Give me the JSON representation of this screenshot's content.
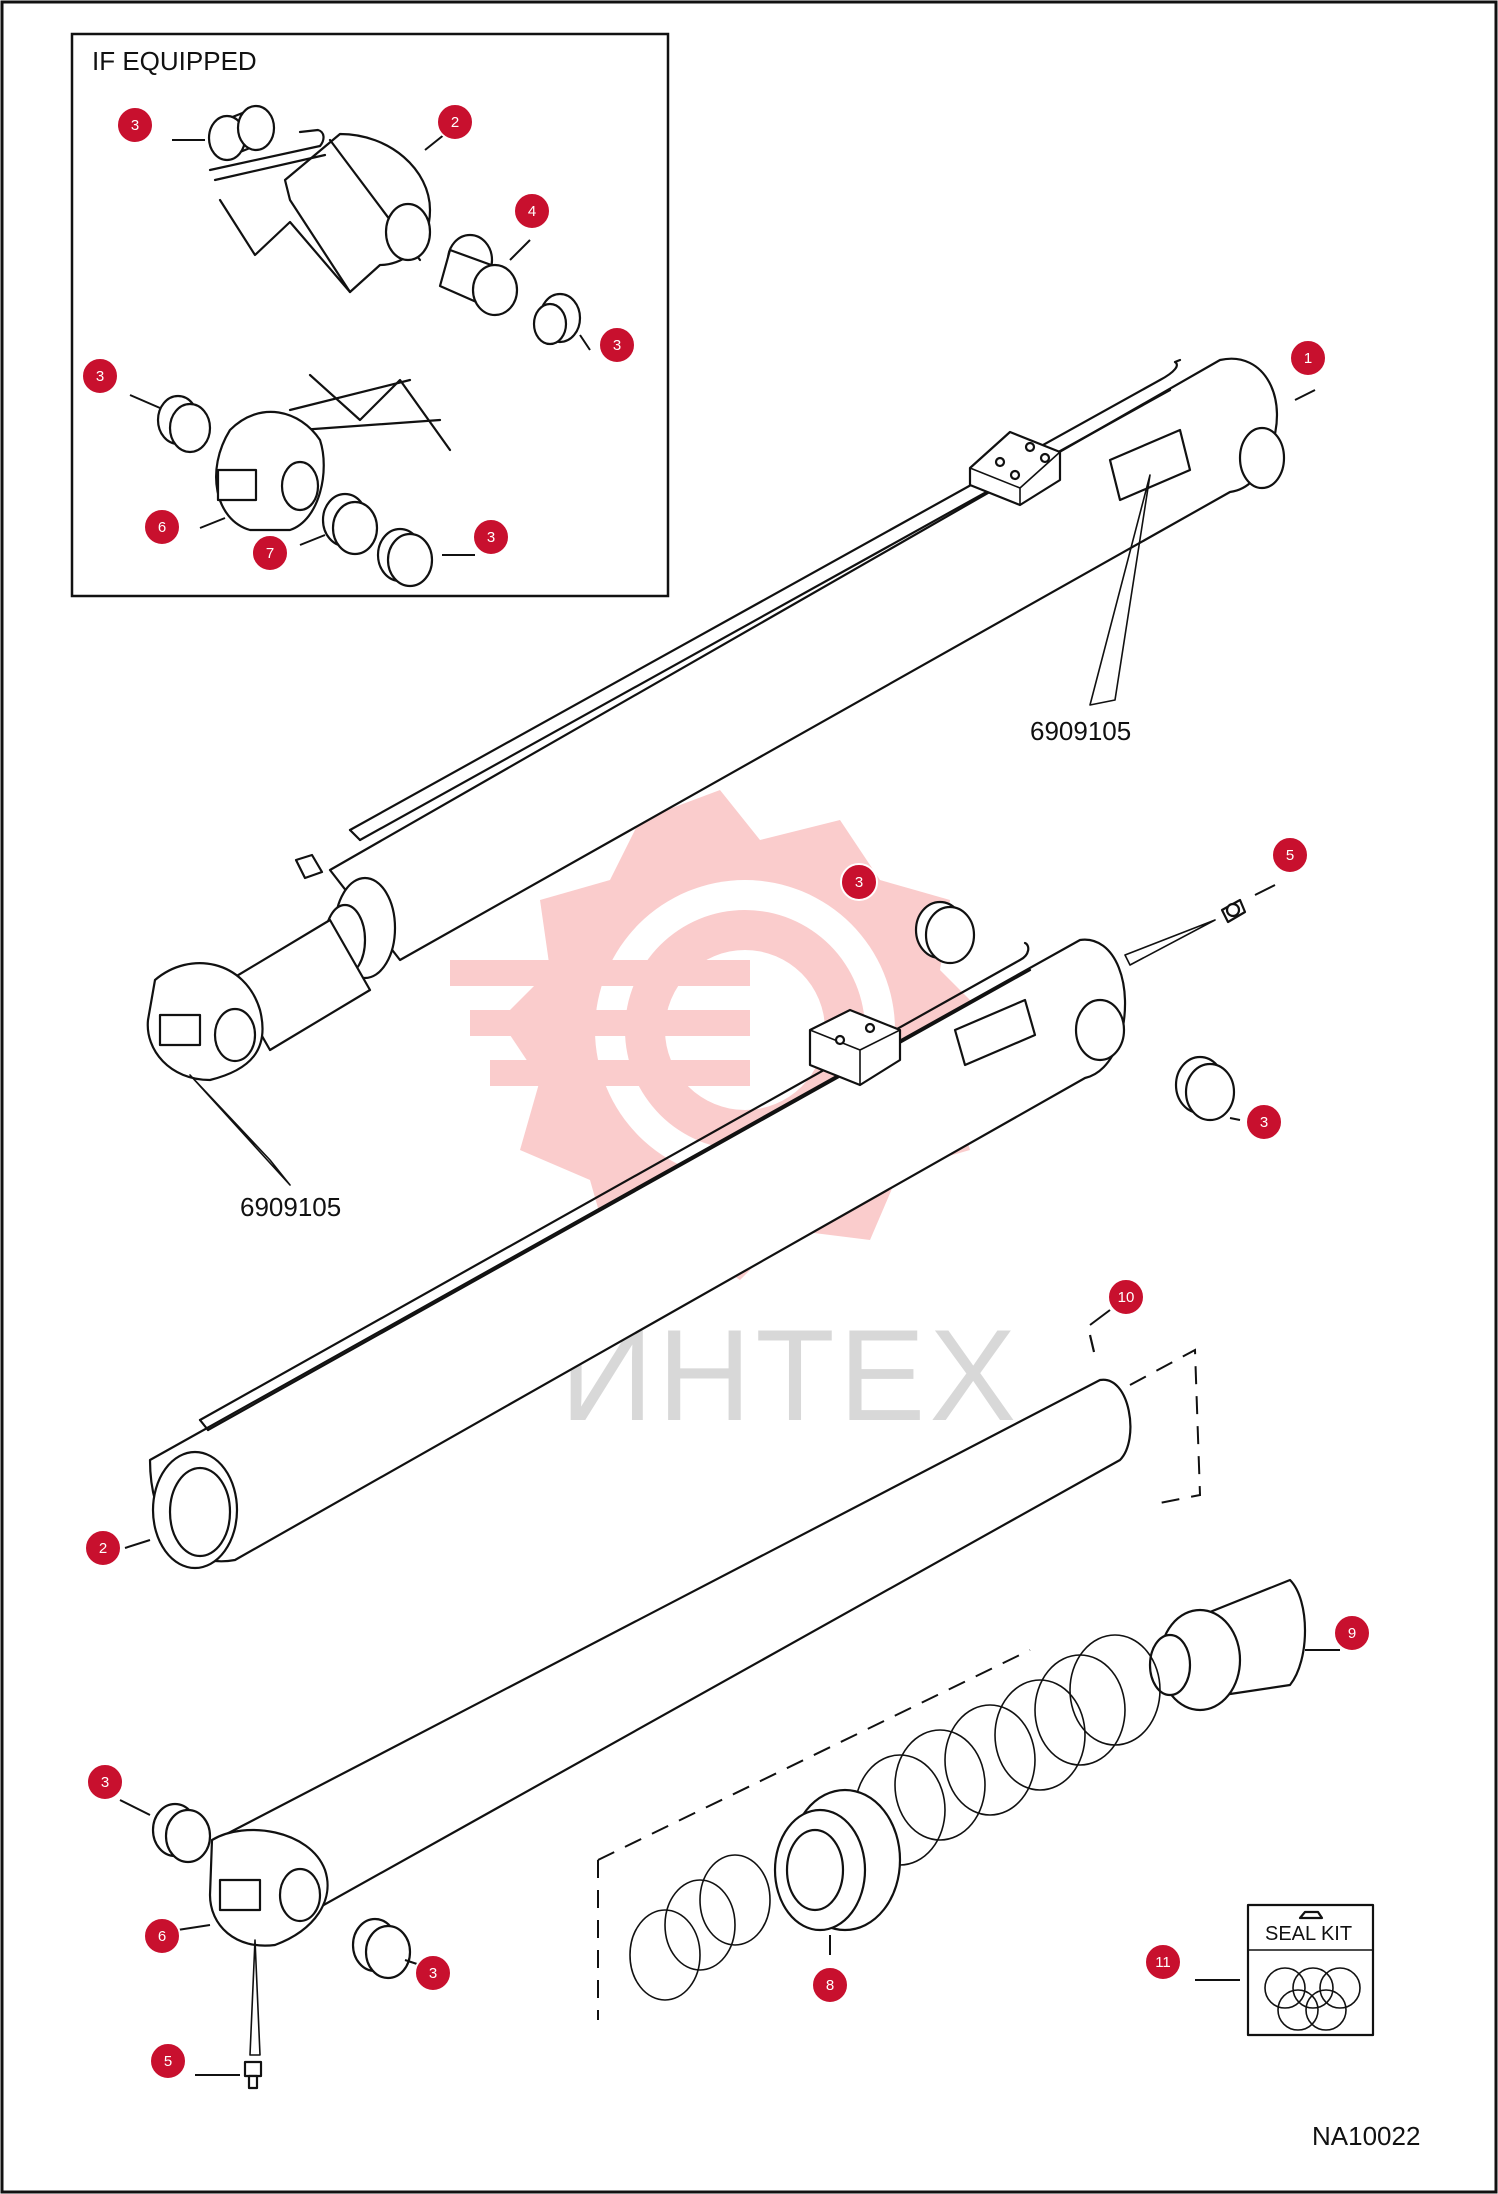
{
  "inset": {
    "title": "IF EQUIPPED"
  },
  "labels": {
    "part_number_top": "6909105",
    "part_number_bottom": "6909105",
    "seal_kit": "SEAL KIT",
    "figure_code": "NA10022"
  },
  "watermark": {
    "text": "ИНТЕХ"
  },
  "callouts": [
    {
      "id": "c1",
      "num": "1"
    },
    {
      "id": "c2a",
      "num": "2"
    },
    {
      "id": "c2b",
      "num": "2"
    },
    {
      "id": "c3a",
      "num": "3"
    },
    {
      "id": "c3b",
      "num": "3"
    },
    {
      "id": "c3c",
      "num": "3"
    },
    {
      "id": "c3d",
      "num": "3"
    },
    {
      "id": "c3e",
      "num": "3"
    },
    {
      "id": "c3f",
      "num": "3"
    },
    {
      "id": "c3g",
      "num": "3"
    },
    {
      "id": "c3h",
      "num": "3"
    },
    {
      "id": "c4",
      "num": "4"
    },
    {
      "id": "c5a",
      "num": "5"
    },
    {
      "id": "c5b",
      "num": "5"
    },
    {
      "id": "c6a",
      "num": "6"
    },
    {
      "id": "c6b",
      "num": "6"
    },
    {
      "id": "c7",
      "num": "7"
    },
    {
      "id": "c8",
      "num": "8"
    },
    {
      "id": "c9",
      "num": "9"
    },
    {
      "id": "c10",
      "num": "10"
    },
    {
      "id": "c11",
      "num": "11"
    }
  ],
  "colors": {
    "callout": "#c8102e",
    "watermark": "#f3a3a3"
  }
}
